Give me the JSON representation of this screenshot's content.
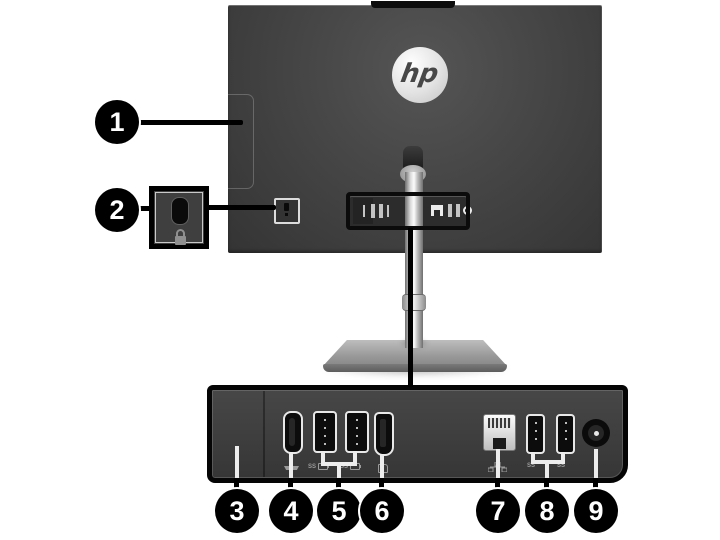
{
  "logo": {
    "text": "hp"
  },
  "colors": {
    "background": "#ffffff",
    "monitor_body": "#454545",
    "rear_panel_body": "#3f3f3f",
    "callout_fill": "#000000",
    "callout_text": "#ffffff",
    "leader_line": "#000000",
    "inner_leader_line": "#ededed",
    "port_outline": "#e8e8e8",
    "stand": "#d6d6d6"
  },
  "labels": {
    "usb_ss": "SS"
  },
  "callouts": [
    {
      "number": "1",
      "icon": "side-panel"
    },
    {
      "number": "2",
      "icon": "security-cable-slot"
    },
    {
      "number": "3",
      "icon": "rear-cover-left"
    },
    {
      "number": "4",
      "icon": "hdmi-port"
    },
    {
      "number": "5",
      "icon": "usb-ports-pair"
    },
    {
      "number": "6",
      "icon": "displayport"
    },
    {
      "number": "7",
      "icon": "ethernet-jack"
    },
    {
      "number": "8",
      "icon": "usb-ports-pair"
    },
    {
      "number": "9",
      "icon": "power-connector"
    }
  ]
}
